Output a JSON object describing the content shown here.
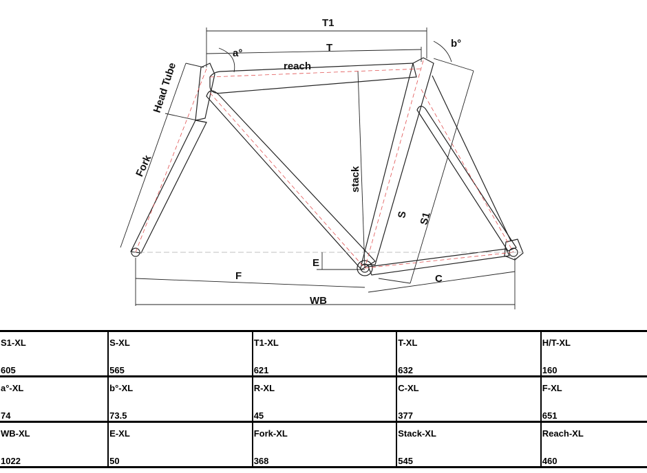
{
  "diagram": {
    "labels": {
      "T1": "T1",
      "T": "T",
      "reach": "reach",
      "a": "a°",
      "b": "b°",
      "head_tube": "Head Tube",
      "fork": "Fork",
      "stack": "stack",
      "S": "S",
      "S1": "S1",
      "E": "E",
      "F": "F",
      "C": "C",
      "WB": "WB"
    },
    "colors": {
      "frame": "#222222",
      "centerline": "#e05050"
    }
  },
  "table": {
    "rows": [
      [
        {
          "k": "S1-XL",
          "v": "605"
        },
        {
          "k": "S-XL",
          "v": "565"
        },
        {
          "k": "T1-XL",
          "v": "621"
        },
        {
          "k": "T-XL",
          "v": "632"
        },
        {
          "k": "H/T-XL",
          "v": "160"
        }
      ],
      [
        {
          "k": "a°-XL",
          "v": "74"
        },
        {
          "k": "b°-XL",
          "v": "73.5"
        },
        {
          "k": "R-XL",
          "v": "45"
        },
        {
          "k": "C-XL",
          "v": "377"
        },
        {
          "k": "F-XL",
          "v": "651"
        }
      ],
      [
        {
          "k": "WB-XL",
          "v": "1022"
        },
        {
          "k": "E-XL",
          "v": "50"
        },
        {
          "k": "Fork-XL",
          "v": "368"
        },
        {
          "k": "Stack-XL",
          "v": "545"
        },
        {
          "k": "Reach-XL",
          "v": "460"
        }
      ]
    ]
  }
}
